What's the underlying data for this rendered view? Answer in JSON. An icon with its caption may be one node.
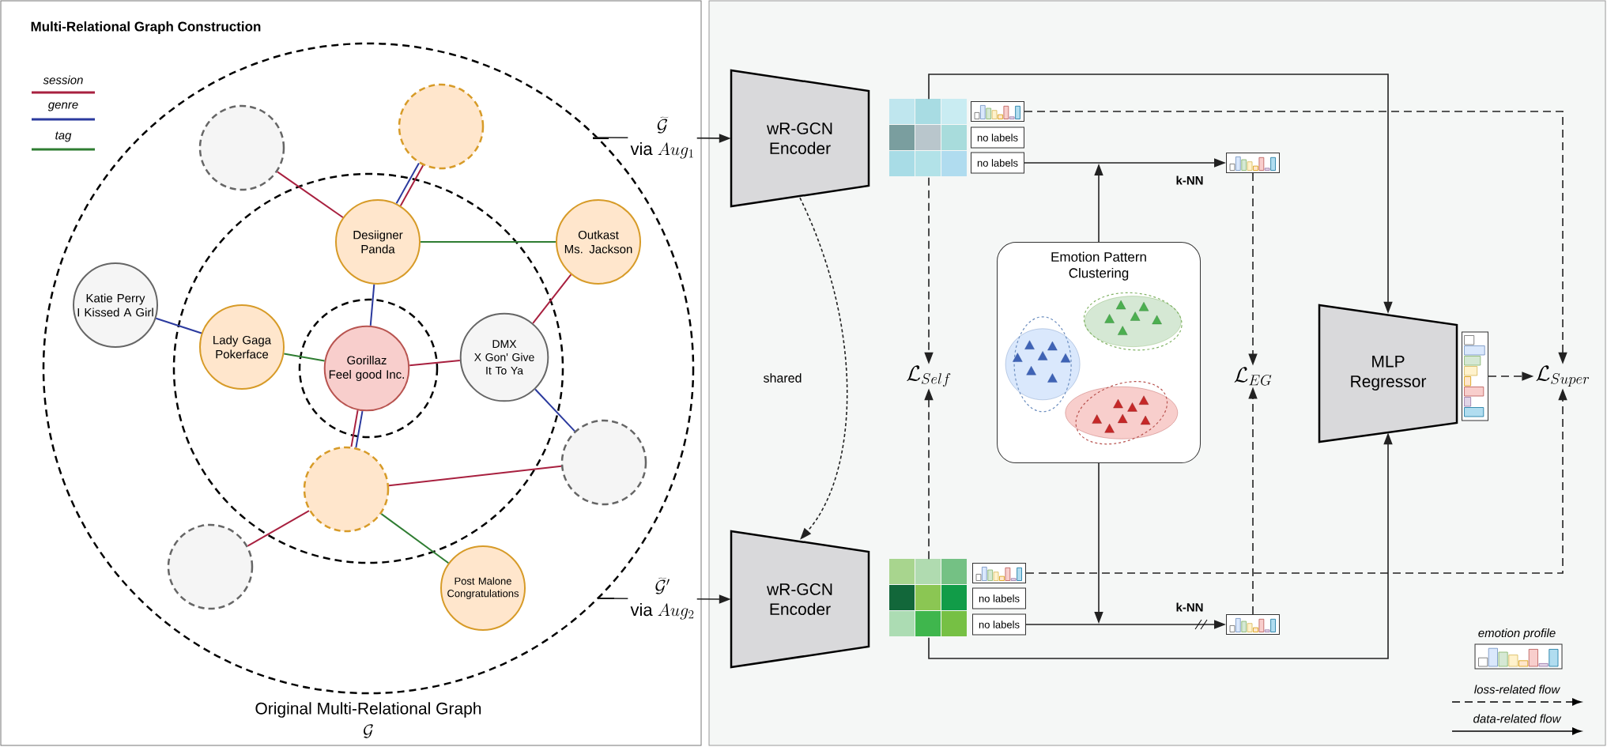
{
  "diagram": {
    "title": "Multi-Relational Graph Construction",
    "nodes": [
      {
        "text": [],
        "shape": "circle"
      },
      {
        "text": [],
        "shape": "circle"
      },
      {
        "text": [
          "Desiigner",
          "Panda"
        ]
      },
      {
        "text": [
          "Outkast",
          "Ms. Jackson"
        ]
      },
      {
        "text": [
          "Katie Perry",
          "I Kissed A Girl"
        ]
      },
      {
        "text": [
          "Lady Gaga",
          "Pokerface"
        ]
      },
      {
        "text": [
          "Gorillaz",
          "Feel good Inc."
        ]
      },
      {
        "text": [
          "DMX",
          "X Gon' Give It To Ya"
        ]
      },
      {
        "text": [],
        "shape": "circle"
      },
      {
        "text": [],
        "shape": "circle"
      },
      {
        "text": [],
        "shape": "circle"
      },
      {
        "text": [
          "Post Malone",
          "Congratulations"
        ]
      },
      {
        "text": [
          "wR-GCN Encoder"
        ]
      },
      {
        "text": [],
        "shape": "box"
      },
      {
        "text": [],
        "shape": "picture"
      },
      {
        "text": [
          "no labels"
        ]
      },
      {
        "text": [
          "no labels"
        ]
      },
      {
        "text": [],
        "shape": "picture"
      },
      {
        "text": [
          "Emotion Pattern Clustering"
        ]
      },
      {
        "text": [
          "\\mathcal{L}_{Self}"
        ]
      },
      {
        "text": [
          "\\mathcal{L}_{EG}"
        ]
      },
      {
        "text": [
          "MLP Regressor"
        ]
      },
      {
        "text": [],
        "shape": "picture"
      },
      {
        "text": [
          "\\mathcal{L}_{Super}"
        ]
      },
      {
        "text": [
          "wR-GCN Encoder"
        ]
      },
      {
        "text": [],
        "shape": "box"
      },
      {
        "text": [],
        "shape": "picture"
      },
      {
        "text": [
          "no labels"
        ]
      },
      {
        "text": [
          "no labels"
        ]
      },
      {
        "text": [],
        "shape": "picture"
      }
    ],
    "edges": [
      {
        "from": 0,
        "to": 2,
        "arrow": "none",
        "color": "#a8203f"
      },
      {
        "from": 1,
        "to": 2,
        "arrow": "none",
        "color": "#a8203f"
      },
      {
        "from": 1,
        "to": 2,
        "arrow": "none",
        "color": "#2b3a9e"
      },
      {
        "from": 2,
        "to": 3,
        "arrow": "none",
        "color": "#2f7d32"
      },
      {
        "from": 2,
        "to": 6,
        "arrow": "none",
        "color": "#2b3a9e"
      },
      {
        "from": 4,
        "to": 5,
        "arrow": "none",
        "color": "#2b3a9e"
      },
      {
        "from": 5,
        "to": 6,
        "arrow": "none",
        "color": "#2f7d32"
      },
      {
        "from": 6,
        "to": 7,
        "arrow": "none",
        "color": "#a8203f"
      },
      {
        "from": 7,
        "to": 3,
        "arrow": "none",
        "color": "#a8203f"
      },
      {
        "from": 7,
        "to": 8,
        "arrow": "none",
        "color": "#2b3a9e"
      },
      {
        "from": 6,
        "to": 9,
        "arrow": "none",
        "color": "#2b3a9e"
      },
      {
        "from": 6,
        "to": 9,
        "arrow": "none",
        "color": "#a8203f"
      },
      {
        "from": 9,
        "to": 8,
        "arrow": "none",
        "color": "#a8203f"
      },
      {
        "from": 9,
        "to": 10,
        "arrow": "none",
        "color": "#a8203f"
      },
      {
        "from": 9,
        "to": 11,
        "arrow": "none",
        "color": "#2f7d32"
      },
      {
        "from": null,
        "to": 12,
        "arrow": "to",
        "label": "{\\widetilde{\\mathcal{G}} \\atop \\mathrm{via}\\ Aug_{1}}"
      },
      {
        "from": null,
        "to": 24,
        "arrow": "to",
        "label": "{\\widetilde{\\mathcal{G}}' \\atop \\mathrm{via}\\ Aug_{2}}"
      },
      {
        "from": 12,
        "to": 24,
        "arrow": "to",
        "style": "dashed",
        "label": "shared"
      },
      {
        "from": 16,
        "to": 17,
        "arrow": "to",
        "label": "k-NN"
      },
      {
        "from": 18,
        "to": null,
        "arrow": "to"
      },
      {
        "from": 18,
        "to": null,
        "arrow": "to"
      },
      {
        "from": 28,
        "to": 29,
        "arrow": "to",
        "label": "k-NN"
      },
      {
        "from": 13,
        "to": 21,
        "arrow": "to"
      },
      {
        "from": 25,
        "to": 21,
        "arrow": "to"
      },
      {
        "from": 22,
        "to": 23,
        "arrow": "to",
        "style": "dashed"
      },
      {
        "from": 14,
        "to": 23,
        "arrow": "to",
        "style": "dashed"
      },
      {
        "from": 26,
        "to": 23,
        "arrow": "to",
        "style": "dashed"
      },
      {
        "from": 13,
        "to": 19,
        "arrow": "to",
        "style": "dashed"
      },
      {
        "from": 25,
        "to": 19,
        "arrow": "to",
        "style": "dashed"
      },
      {
        "from": 17,
        "to": 20,
        "arrow": "to",
        "style": "dashed"
      },
      {
        "from": 29,
        "to": 20,
        "arrow": "to",
        "style": "dashed"
      }
    ],
    "labels": [
      "Original Multi-Relational Graph",
      "\\mathcal{G}"
    ],
    "legend": [
      {
        "text": "session",
        "color": "#a8203f"
      },
      {
        "text": "genre",
        "color": "#2b3a9e"
      },
      {
        "text": "tag",
        "color": "#2f7d32"
      },
      {
        "text": "emotion profile"
      },
      {
        "text": "loss-related flow"
      },
      {
        "text": "data-related flow"
      }
    ]
  }
}
